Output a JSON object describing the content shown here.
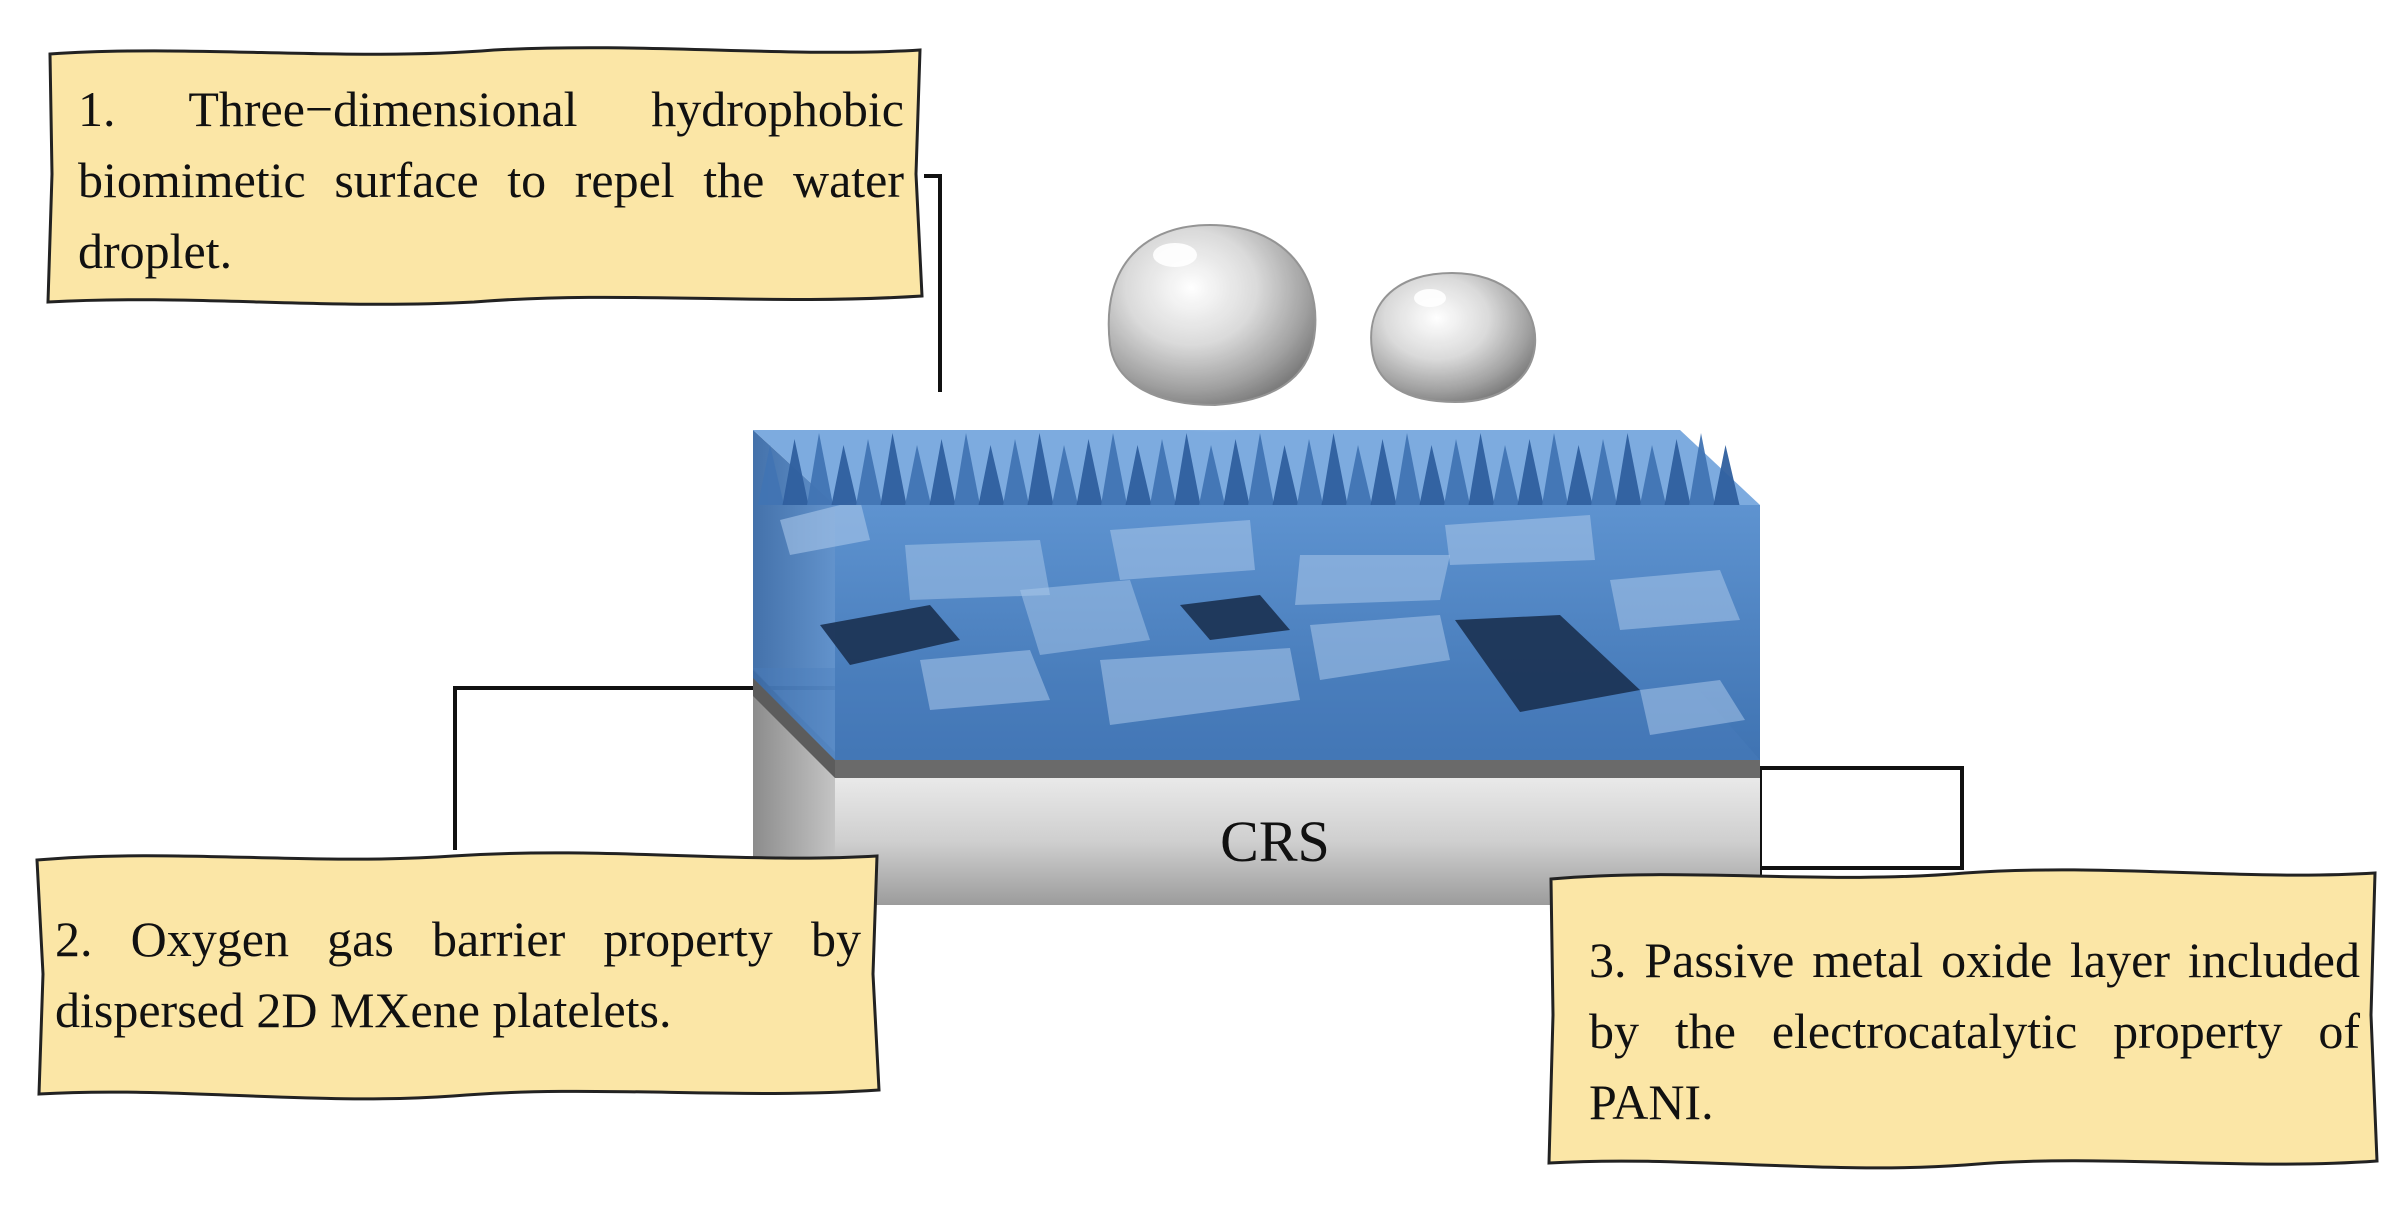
{
  "callouts": [
    {
      "id": "1",
      "text": "1. Three−dimensional hydrophobic biomimetic surface to repel the water droplet."
    },
    {
      "id": "2",
      "text": "2. Oxygen gas barrier property by dispersed 2D MXene platelets."
    },
    {
      "id": "3",
      "text": "3. Passive metal oxide layer included by the electrocatalytic property of PANI."
    }
  ],
  "substrate": {
    "label": "CRS"
  },
  "colors": {
    "callout_fill": "#fbe6a6",
    "coating_blue": "#4f86c6",
    "spike_blue": "#3b6fb0",
    "dark_platelet": "#1c3556",
    "substrate_steel": "#b9b9b9",
    "oxide_layer": "#6a6a6a"
  }
}
